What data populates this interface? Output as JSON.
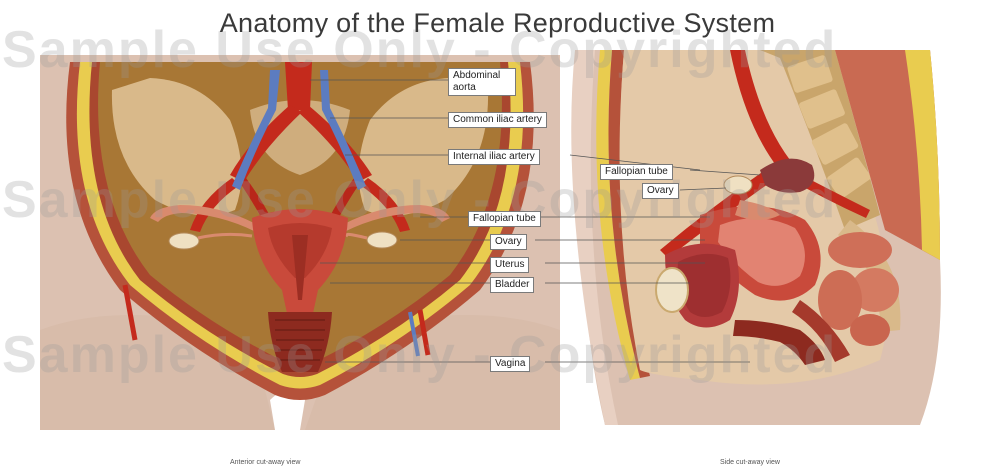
{
  "title": "Anatomy of the Female Reproductive System",
  "watermark": {
    "line1": "Sample Use Only - Copyrighted",
    "line2": "Sample Use Only - Copyrighted",
    "line3": "Sample Use Only - Copyrighted"
  },
  "anterior": {
    "caption": "Anterior cut-away view",
    "labels": {
      "aorta": "Abdominal aorta",
      "common_iliac": "Common iliac artery",
      "internal_iliac": "Internal iliac artery",
      "fallopian": "Fallopian tube",
      "ovary": "Ovary",
      "uterus": "Uterus",
      "bladder": "Bladder",
      "vagina": "Vagina"
    }
  },
  "side": {
    "caption": "Side cut-away view",
    "labels": {
      "fallopian": "Fallopian tube",
      "ovary": "Ovary"
    }
  },
  "colors": {
    "skin": "#dcc1b1",
    "fat": "#e9cc4f",
    "muscle": "#b5523a",
    "artery": "#c42a1c",
    "vein": "#5c7cc0",
    "uterus": "#c94a3b"
  }
}
